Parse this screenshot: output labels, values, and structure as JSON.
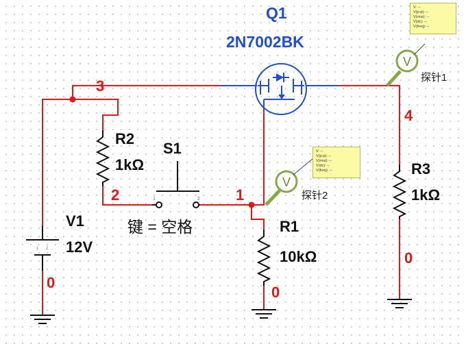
{
  "q1": {
    "name": "Q1",
    "part": "2N7002BK"
  },
  "r1": {
    "name": "R1",
    "value": "10kΩ"
  },
  "r2": {
    "name": "R2",
    "value": "1kΩ"
  },
  "r3": {
    "name": "R3",
    "value": "1kΩ"
  },
  "v1": {
    "name": "V1",
    "value": "12V"
  },
  "s1": {
    "name": "S1",
    "key": "键 = 空格"
  },
  "nets": {
    "n0_left": "0",
    "n0_mid": "0",
    "n0_right": "0",
    "n1": "1",
    "n2": "2",
    "n3": "3",
    "n4": "4"
  },
  "probe1": {
    "name": "探针1",
    "icon_letter": "V",
    "readings": [
      "V: --",
      "V(p-p): --",
      "V(rms): --",
      "V(dc): --",
      "V(freq): --"
    ]
  },
  "probe2": {
    "name": "探针2",
    "icon_letter": "V",
    "readings": [
      "V: --",
      "V(p-p): --",
      "V(rms): --",
      "V(dc): --",
      "V(freq): --"
    ]
  },
  "colors": {
    "wire": "#e01818",
    "fet_wire": "#1f4fd0",
    "component": "#111111",
    "probe_fill": "#fbfba6",
    "probe_ring": "#86a84a"
  }
}
